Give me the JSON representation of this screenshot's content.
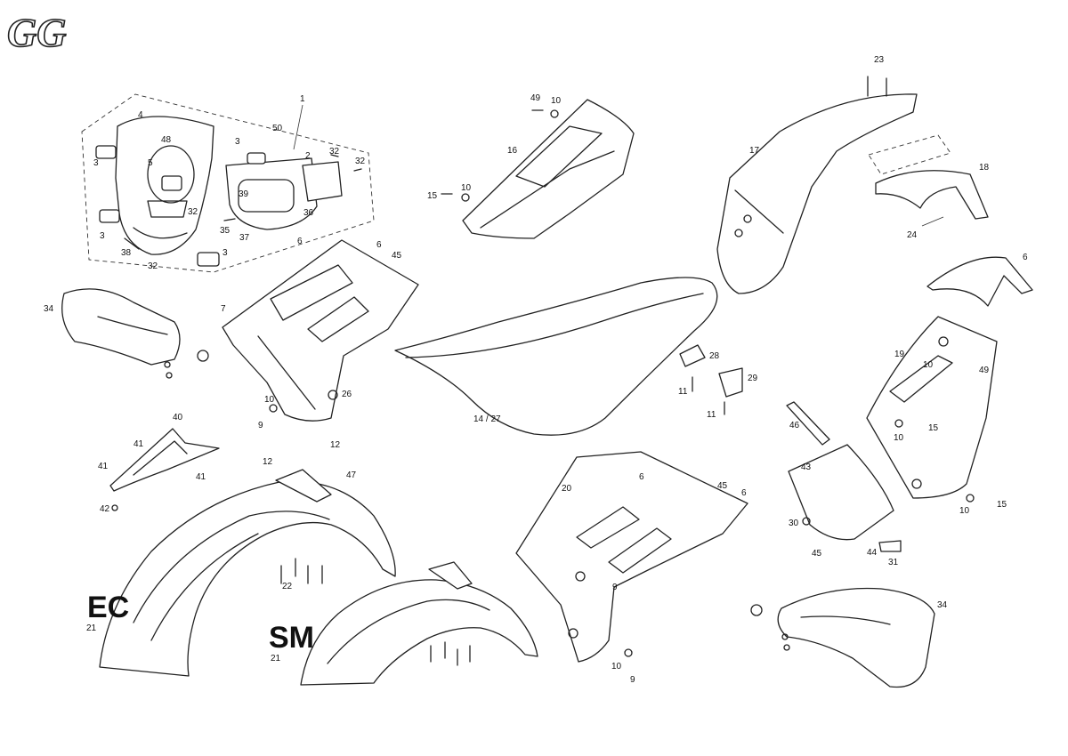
{
  "brand": {
    "logo_text": "GG"
  },
  "variant_labels": {
    "ec": "EC",
    "sm": "SM"
  },
  "callouts": [
    "1",
    "2",
    "3",
    "4",
    "5",
    "6",
    "7",
    "9",
    "10",
    "11",
    "12",
    "14 / 27",
    "15",
    "16",
    "17",
    "18",
    "19",
    "20",
    "21",
    "22",
    "23",
    "24",
    "26",
    "28",
    "29",
    "30",
    "31",
    "32",
    "34",
    "35",
    "36",
    "37",
    "38",
    "39",
    "40",
    "41",
    "42",
    "43",
    "44",
    "45",
    "46",
    "47",
    "48",
    "49",
    "50"
  ],
  "colors": {
    "line": "#222222",
    "background": "#ffffff"
  }
}
